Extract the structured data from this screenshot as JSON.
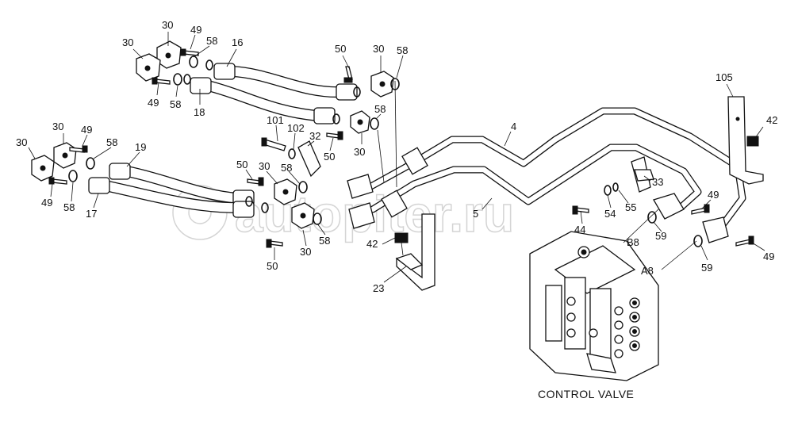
{
  "watermark": "autopiter.ru",
  "caption": "CONTROL VALVE",
  "callouts": {
    "c30a": "30",
    "c49a": "49",
    "c58a": "58",
    "c16": "16",
    "c30b": "30",
    "c49b": "49",
    "c58b": "58",
    "c18": "18",
    "c50a": "50",
    "c30c": "30",
    "c58c": "58",
    "c58d": "58",
    "c30d": "30",
    "c101": "101",
    "c102": "102",
    "c32": "32",
    "c50b": "50",
    "c30e": "30",
    "c49c": "49",
    "c58e": "58",
    "c19": "19",
    "c30f": "30",
    "c49d": "49",
    "c58f": "58",
    "c17": "17",
    "c50c": "50",
    "c30g": "30",
    "c58g": "58",
    "c58h": "58",
    "c30h": "30",
    "c50d": "50",
    "c42a": "42",
    "c23": "23",
    "c4": "4",
    "c5": "5",
    "c44": "44",
    "c54": "54",
    "c55": "55",
    "c33": "33",
    "c49e": "49",
    "c59a": "59",
    "c59b": "59",
    "c49f": "49",
    "c105": "105",
    "c42b": "42",
    "cB8": "B8",
    "cA8": "A8"
  }
}
